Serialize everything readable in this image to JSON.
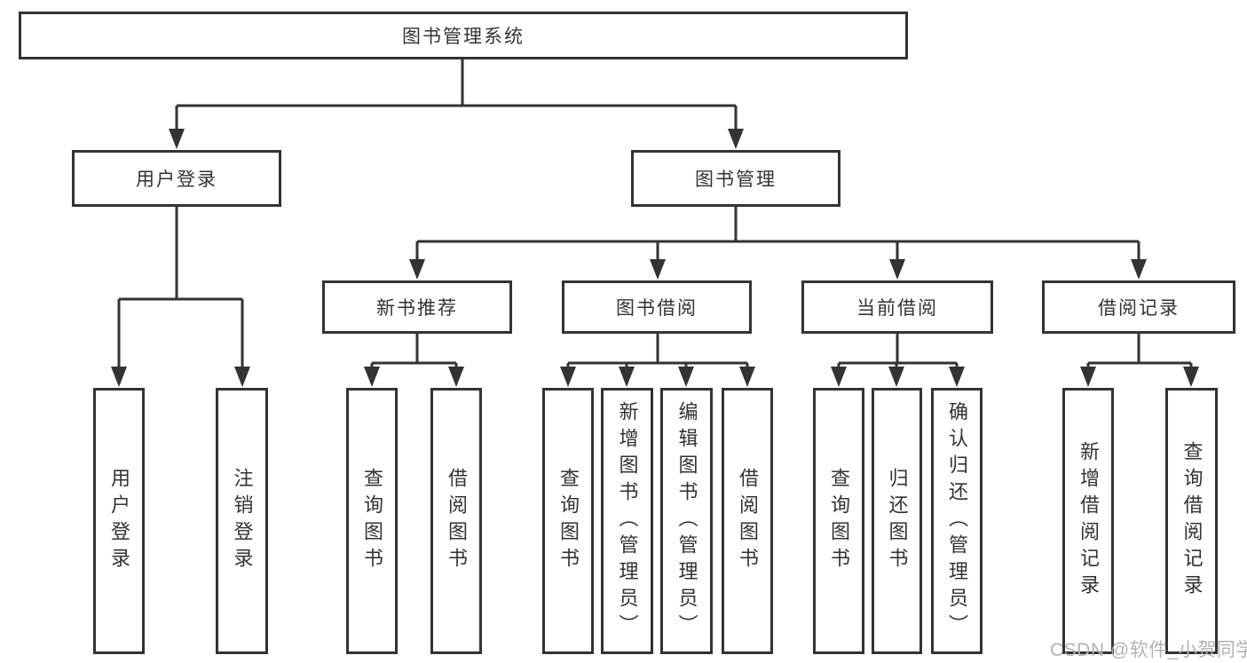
{
  "tree": {
    "root": {
      "label": "图书管理系统"
    },
    "branches": [
      {
        "label": "用户登录",
        "leaves": [
          {
            "label": "用户登录"
          },
          {
            "label": "注销登录"
          }
        ]
      },
      {
        "label": "图书管理",
        "sections": [
          {
            "label": "新书推荐",
            "leaves": [
              {
                "label": "查询图书"
              },
              {
                "label": "借阅图书"
              }
            ]
          },
          {
            "label": "图书借阅",
            "leaves": [
              {
                "label": "查询图书"
              },
              {
                "label": "新增图书（管理员）"
              },
              {
                "label": "编辑图书（管理员）"
              },
              {
                "label": "借阅图书"
              }
            ]
          },
          {
            "label": "当前借阅",
            "leaves": [
              {
                "label": "查询图书"
              },
              {
                "label": "归还图书"
              },
              {
                "label": "确认归还（管理员）"
              }
            ]
          },
          {
            "label": "借阅记录",
            "leaves": [
              {
                "label": "新增借阅记录"
              },
              {
                "label": "查询借阅记录"
              }
            ]
          }
        ]
      }
    ]
  },
  "watermark": {
    "text": "CSDN @软件_小贺同学",
    "color": "#b3b3b3"
  },
  "colors": {
    "line": "#333333",
    "box_border": "#333333",
    "text": "#333333",
    "background": "#ffffff"
  }
}
